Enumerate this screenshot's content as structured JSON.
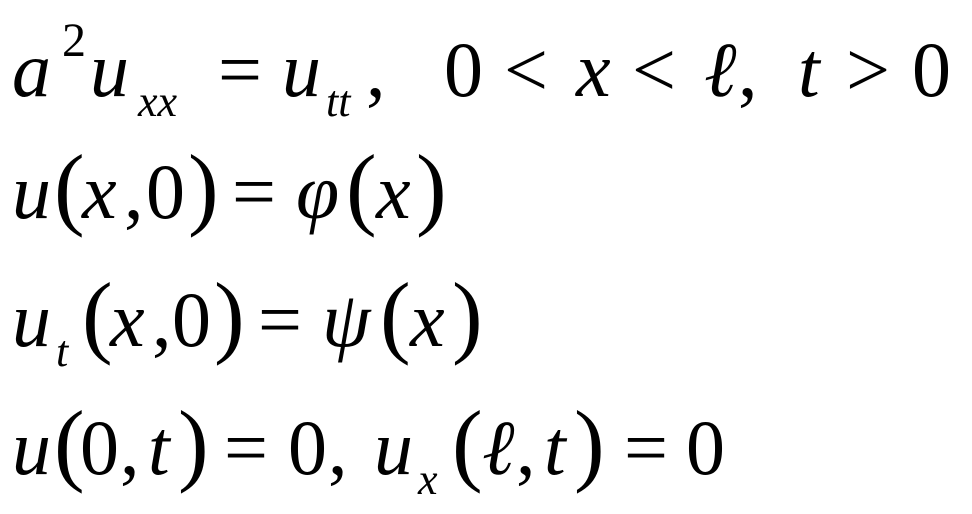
{
  "equations": {
    "pde": {
      "a": "a",
      "a_exp": "2",
      "u": "u",
      "u_sub": "xx",
      "eq": "=",
      "rhs_u": "u",
      "rhs_sub": "tt",
      "comma": ",",
      "zero": "0",
      "lt1": "<",
      "x": "x",
      "lt2": "<",
      "ell": "ℓ",
      "comma2": ",",
      "t": "t",
      "gt": ">",
      "zero2": "0"
    },
    "ic1": {
      "u": "u",
      "lparen": "(",
      "x": "x",
      "comma": ",",
      "zero": "0",
      "rparen": ")",
      "eq": "=",
      "phi": "φ",
      "lparen2": "(",
      "x2": "x",
      "rparen2": ")"
    },
    "ic2": {
      "u": "u",
      "u_sub": "t",
      "lparen": "(",
      "x": "x",
      "comma": ",",
      "zero": "0",
      "rparen": ")",
      "eq": "=",
      "psi": "ψ",
      "lparen2": "(",
      "x2": "x",
      "rparen2": ")"
    },
    "bc": {
      "u": "u",
      "lparen": "(",
      "zero": "0",
      "comma": ",",
      "t": "t",
      "rparen": ")",
      "eq": "=",
      "rhs": "0",
      "comma2": ",",
      "u2": "u",
      "u2_sub": "x",
      "lparen2": "(",
      "ell": "ℓ",
      "comma3": ",",
      "t2": "t",
      "rparen2": ")",
      "eq2": "=",
      "rhs2": "0"
    }
  }
}
